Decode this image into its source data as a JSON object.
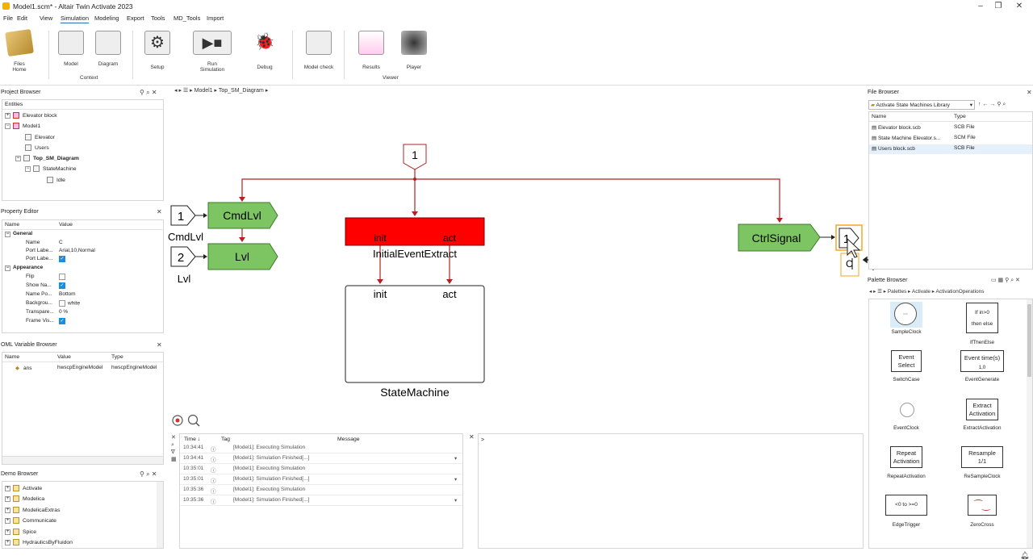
{
  "window": {
    "title": "Model1.scm* - Altair Twin Activate 2023"
  },
  "menu": [
    "File",
    "Edit",
    "View",
    "Simulation",
    "Modeling",
    "Export",
    "Tools",
    "MD_Tools",
    "Import"
  ],
  "ribbon": {
    "files": {
      "label": "Files",
      "group": "Home"
    },
    "model": {
      "label": "Model"
    },
    "diagram": {
      "label": "Diagram"
    },
    "context_group": "Context",
    "setup": {
      "label": "Setup"
    },
    "run": {
      "label": "Run",
      "group": "Simulation"
    },
    "debug": {
      "label": "Debug"
    },
    "modelcheck": {
      "label": "Model check"
    },
    "results": {
      "label": "Results"
    },
    "player": {
      "label": "Player"
    },
    "viewer_group": "Viewer"
  },
  "project_browser": {
    "title": "Project Browser",
    "header": "Entities",
    "items": [
      "Elevator block",
      "Model1",
      "Elevator",
      "Users",
      "Top_SM_Diagram",
      "StateMachine",
      "Idle"
    ]
  },
  "property_editor": {
    "title": "Property Editor",
    "col_name": "Name",
    "col_value": "Value",
    "section_general": "General",
    "section_appearance": "Appearance",
    "rows": {
      "name": {
        "label": "Name",
        "value": "C"
      },
      "port_label_font": {
        "label": "Port Labe...",
        "value": "Arial,10,Normal"
      },
      "port_label_vis": {
        "label": "Port Labe..."
      },
      "flip": {
        "label": "Flip"
      },
      "show_name": {
        "label": "Show Na..."
      },
      "name_pos": {
        "label": "Name Po...",
        "value": "Bottom"
      },
      "background": {
        "label": "Backgrou...",
        "value": "white"
      },
      "transparency": {
        "label": "Transpare...",
        "value": "0 %"
      },
      "frame_vis": {
        "label": "Frame Vis..."
      }
    }
  },
  "oml_browser": {
    "title": "OML Variable Browser",
    "col_name": "Name",
    "col_value": "Value",
    "col_type": "Type",
    "row": {
      "name": "ans",
      "value": "hwscpEngineModel",
      "type": "hwscpEngineModel"
    }
  },
  "demo_browser": {
    "title": "Demo Browser",
    "items": [
      "Activate",
      "Modelica",
      "ModelicaExtras",
      "Communicate",
      "Spice",
      "HydraulicsByFluidon"
    ]
  },
  "breadcrumb": {
    "root": "Model1",
    "child": "Top_SM_Diagram"
  },
  "diagram": {
    "event_input": "1",
    "cmdlvl_port": "1",
    "cmdlvl_label": "CmdLvl",
    "cmdlvl_block": "CmdLvl",
    "lvl_port": "2",
    "lvl_label": "Lvl",
    "lvl_block": "Lvl",
    "initial_event": {
      "port_init": "init",
      "port_act": "act",
      "name": "InitialEventExtract"
    },
    "state_machine": {
      "port_init": "init",
      "port_act": "act",
      "name": "StateMachine"
    },
    "ctrlsignal_block": "CtrlSignal",
    "output_port": "1",
    "edit_text": "C"
  },
  "log": {
    "col_time": "Time",
    "col_tag": "Tag",
    "col_message": "Message",
    "rows": [
      {
        "time": "10:34:41",
        "message": "[Model1]: Executing Simulation"
      },
      {
        "time": "10:34:41",
        "message": "[Model1]: Simulation Finished[...]"
      },
      {
        "time": "10:35:01",
        "message": "[Model1]: Executing Simulation"
      },
      {
        "time": "10:35:01",
        "message": "[Model1]: Simulation Finished[...]"
      },
      {
        "time": "10:35:36",
        "message": "[Model1]: Executing Simulation"
      },
      {
        "time": "10:35:36",
        "message": "[Model1]: Simulation Finished[...]"
      }
    ]
  },
  "console": {
    "prompt": ">"
  },
  "file_browser": {
    "title": "File Browser",
    "location": "Activate State Machines Library",
    "col_name": "Name",
    "col_type": "Type",
    "files": [
      {
        "name": "Elevator block.scb",
        "type": "SCB File"
      },
      {
        "name": "State Machine Elevator.s...",
        "type": "SCM File"
      },
      {
        "name": "Users block.scb",
        "type": "SCB File"
      }
    ]
  },
  "palette_browser": {
    "title": "Palette Browser",
    "path": [
      "Palettes",
      "Activate",
      "ActivationOperations"
    ],
    "blocks": [
      {
        "label": "SampleClock",
        "text": ""
      },
      {
        "label": "IfThenElse",
        "text": "If in>0",
        "sub": "then  else"
      },
      {
        "label": "SwitchCase",
        "text": "Event Select"
      },
      {
        "label": "EventGenerate",
        "text": "Event time(s)",
        "sub": "1,0"
      },
      {
        "label": "EventClock",
        "text": ""
      },
      {
        "label": "ExtractActivation",
        "text": "Extract Activation"
      },
      {
        "label": "RepeatActivation",
        "text": "Repeat Activation"
      },
      {
        "label": "ReSampleClock",
        "text": "Resample",
        "sub": "1/1"
      },
      {
        "label": "EdgeTrigger",
        "text": "<0 to >=0"
      },
      {
        "label": "ZeroCross",
        "text": ""
      }
    ]
  },
  "colors": {
    "accent": "#2b6cb0",
    "green_block": "#7dc462",
    "red_block": "#ff0000",
    "link": "#b22222",
    "selection": "#f5a623"
  }
}
